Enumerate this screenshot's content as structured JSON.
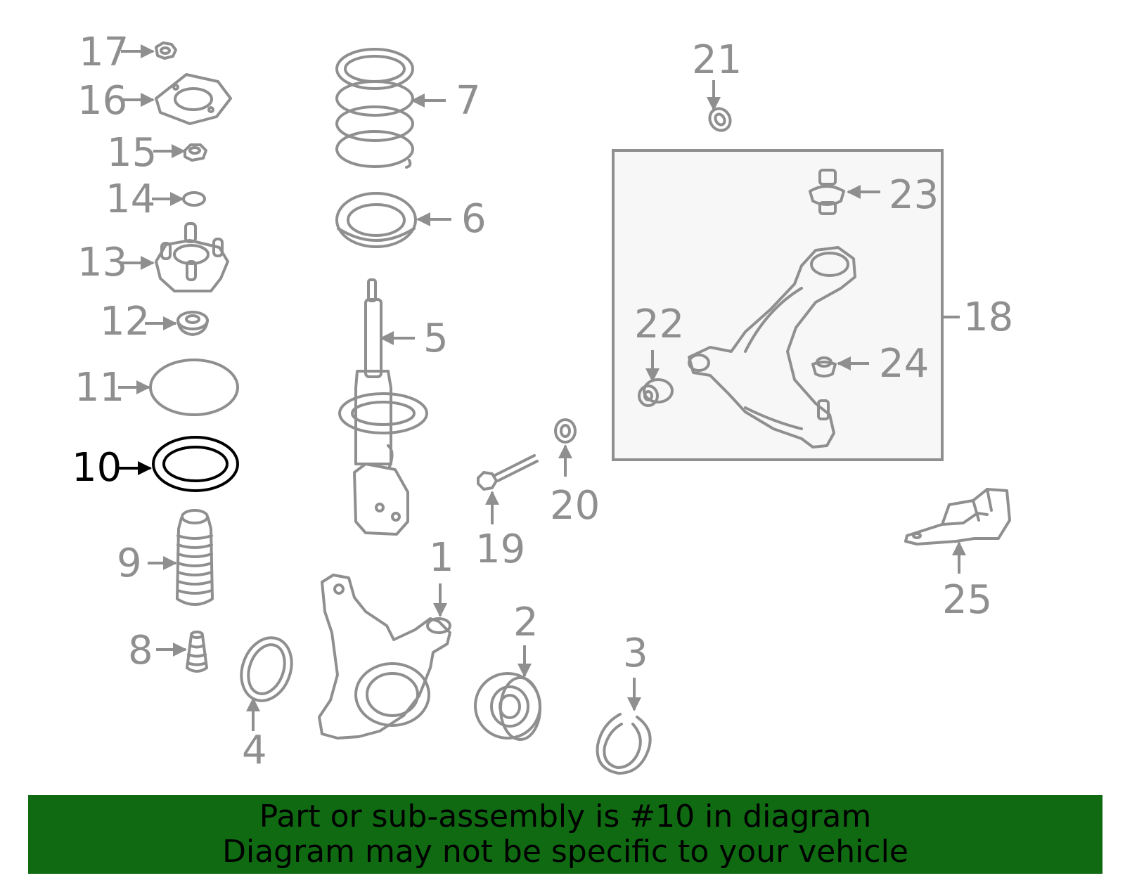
{
  "callouts": {
    "c1": "1",
    "c2": "2",
    "c3": "3",
    "c4": "4",
    "c5": "5",
    "c6": "6",
    "c7": "7",
    "c8": "8",
    "c9": "9",
    "c10": "10",
    "c11": "11",
    "c12": "12",
    "c13": "13",
    "c14": "14",
    "c15": "15",
    "c16": "16",
    "c17": "17",
    "c18": "18",
    "c19": "19",
    "c20": "20",
    "c21": "21",
    "c22": "22",
    "c23": "23",
    "c24": "24",
    "c25": "25"
  },
  "highlighted_part": "10",
  "colors": {
    "part_stroke": "#8f8f8f",
    "highlight_stroke": "#000000",
    "inset_box_fill": "#f7f7f7",
    "banner_background": "#0f6a12"
  },
  "banner": {
    "line1": "Part or sub-assembly is #10 in diagram",
    "line2": "Diagram may not be specific to your vehicle"
  }
}
